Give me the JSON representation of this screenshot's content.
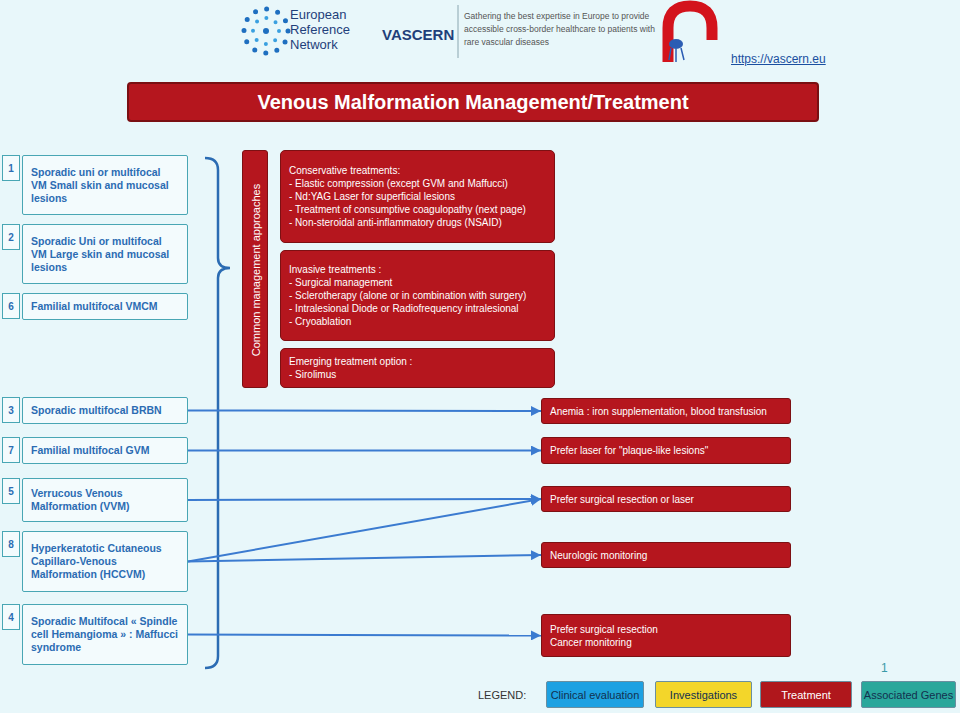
{
  "diagram": {
    "title": "Venous Malformation Management/Treatment",
    "nodes": [
      {
        "text": [
          "1"
        ]
      },
      {
        "text": [
          "Sporadic uni or multifocal VM Small skin and mucosal lesions"
        ]
      },
      {
        "text": [
          "2"
        ]
      },
      {
        "text": [
          "Sporadic Uni or multifocal VM Large skin and mucosal lesions"
        ]
      },
      {
        "text": [
          "6"
        ]
      },
      {
        "text": [
          "Familial multifocal VMCM"
        ]
      },
      {
        "text": [
          "Common management approaches"
        ]
      },
      {
        "text": [
          "Conservative treatments:",
          "- Elastic compression (except GVM and Maffucci)",
          "- Nd:YAG Laser for superficial lesions",
          "- Treatment of consumptive coagulopathy (next page)",
          "- Non-steroidal anti-inflammatory drugs (NSAID)"
        ]
      },
      {
        "text": [
          "Invasive treatments :",
          "- Surgical management",
          "- Sclerotherapy (alone or in combination with surgery)",
          "- Intralesional Diode or Radiofrequency intralesional",
          "- Cryoablation"
        ]
      },
      {
        "text": [
          "Emerging treatment option :",
          "- Sirolimus"
        ]
      },
      {
        "text": [
          "3"
        ]
      },
      {
        "text": [
          "Sporadic multifocal BRBN"
        ]
      },
      {
        "text": [
          "Anemia : iron supplementation, blood transfusion"
        ]
      },
      {
        "text": [
          "7"
        ]
      },
      {
        "text": [
          "Familial multifocal GVM"
        ]
      },
      {
        "text": [
          "Prefer laser for \"plaque-like lesions\""
        ]
      },
      {
        "text": [
          "5"
        ]
      },
      {
        "text": [
          "Verrucous Venous Malformation (VVM)"
        ]
      },
      {
        "text": [
          "Prefer surgical resection or laser"
        ]
      },
      {
        "text": [
          "8"
        ]
      },
      {
        "text": [
          "Hyperkeratotic Cutaneous Capillaro-Venous Malformation (HCCVM)"
        ]
      },
      {
        "text": [
          "Neurologic monitoring"
        ]
      },
      {
        "text": [
          "4"
        ]
      },
      {
        "text": [
          "Sporadic Multifocal « Spindle cell Hemangioma » : Maffucci syndrome"
        ]
      },
      {
        "text": [
          "Prefer surgical resection",
          "Cancer monitoring"
        ]
      }
    ],
    "edges": [
      {
        "from": 11,
        "to": 12,
        "arrow": "to"
      },
      {
        "from": 14,
        "to": 15,
        "arrow": "to"
      },
      {
        "from": 17,
        "to": 18,
        "arrow": "to"
      },
      {
        "from": 20,
        "to": 18,
        "arrow": "to"
      },
      {
        "from": 20,
        "to": 21,
        "arrow": "to"
      },
      {
        "from": 23,
        "to": 24,
        "arrow": "to"
      }
    ],
    "labels": [
      "European Reference Network",
      "VASCERN",
      "Gathering the best expertise in Europe to provide accessible cross-border healthcare to patients with rare vascular diseases",
      "https://vascern.eu",
      "LEGEND:",
      "1"
    ],
    "legend": [
      {
        "text": "Clinical evaluation",
        "color": "#1da1e2"
      },
      {
        "text": "Investigations",
        "color": "#f3d62a"
      },
      {
        "text": "Treatment",
        "color": "#b0171c"
      },
      {
        "text": "Associated Genes",
        "color": "#2aa79b"
      }
    ]
  }
}
